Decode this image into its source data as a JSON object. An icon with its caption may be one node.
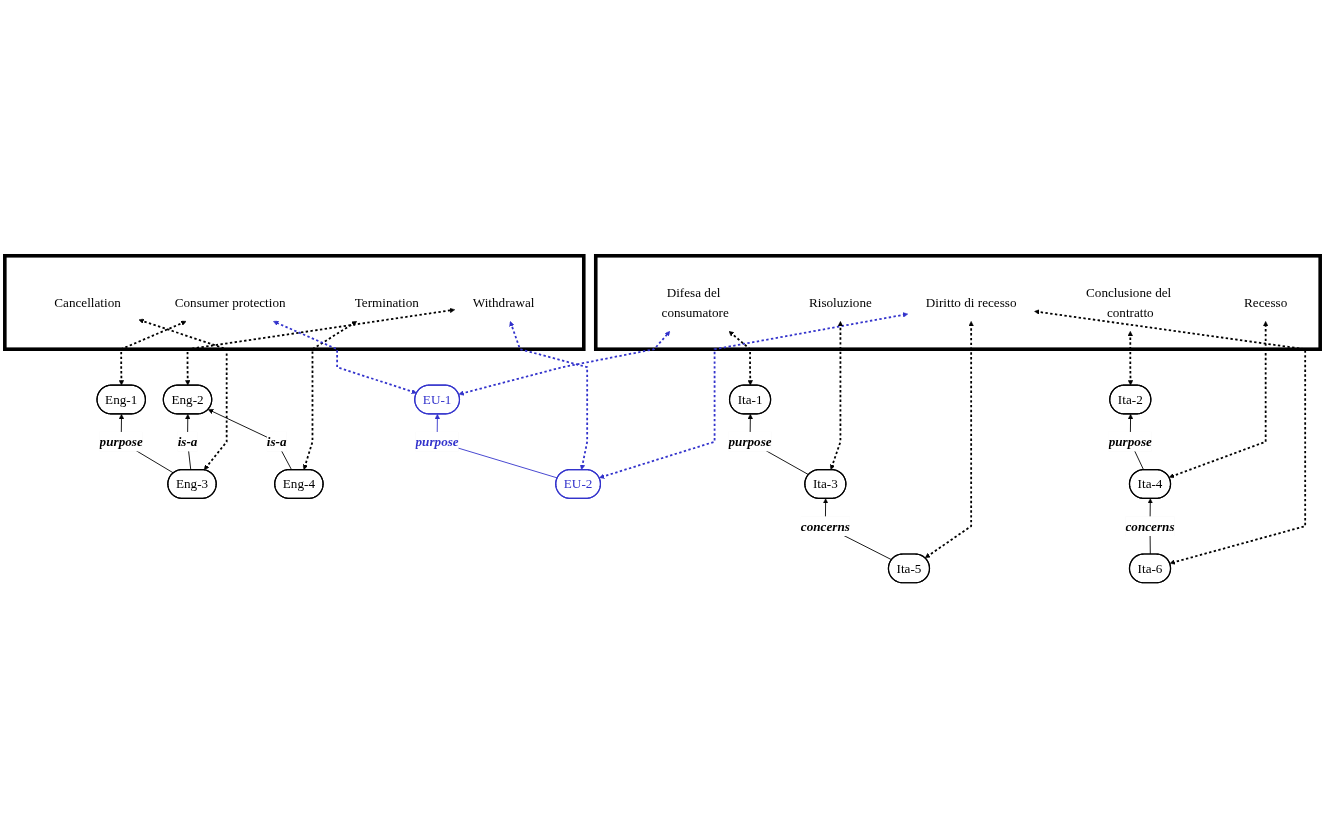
{
  "diagram": {
    "nodes": [
      {
        "text": [],
        "shape": "box"
      },
      {
        "text": [
          "Cancellation"
        ],
        "in": 0
      },
      {
        "text": [
          "Consumer protection"
        ],
        "in": 0
      },
      {
        "text": [
          "Termination"
        ],
        "in": 0
      },
      {
        "text": [
          "Withdrawal"
        ],
        "in": 0
      },
      {
        "text": [],
        "shape": "box"
      },
      {
        "text": [
          "Conclusione del contratto"
        ],
        "in": 5
      },
      {
        "text": [
          "Difesa del consumatore"
        ],
        "in": 5
      },
      {
        "text": [
          "Diritto di recesso"
        ],
        "in": 5
      },
      {
        "text": [
          "Recesso"
        ],
        "in": 5
      },
      {
        "text": [
          "Risoluzione"
        ],
        "in": 5
      },
      {
        "text": [
          "Eng-1"
        ]
      },
      {
        "text": [
          "Eng-2"
        ]
      },
      {
        "text": [
          "Eng-3"
        ]
      },
      {
        "text": [
          "Eng-4"
        ]
      },
      {
        "text": [
          "EU-1"
        ]
      },
      {
        "text": [
          "EU-2"
        ]
      },
      {
        "text": [
          "Ita-1"
        ]
      },
      {
        "text": [
          "Ita-2"
        ]
      },
      {
        "text": [
          "Ita-3"
        ]
      },
      {
        "text": [
          "Ita-4"
        ]
      },
      {
        "text": [
          "Ita-5"
        ]
      },
      {
        "text": [
          "Ita-6"
        ]
      }
    ],
    "edges": [
      {
        "from": 13,
        "to": 11,
        "arrow": "to",
        "label": "purpose"
      },
      {
        "from": 13,
        "to": 12,
        "arrow": "to",
        "label": "is-a"
      },
      {
        "from": 14,
        "to": 12,
        "arrow": "to",
        "label": "is-a"
      },
      {
        "from": 16,
        "to": 15,
        "arrow": "to",
        "label": "purpose",
        "color": "#3333cc"
      },
      {
        "from": 19,
        "to": 17,
        "arrow": "to",
        "label": "purpose"
      },
      {
        "from": 21,
        "to": 19,
        "arrow": "to",
        "label": "concerns"
      },
      {
        "from": 20,
        "to": 18,
        "arrow": "to",
        "label": "purpose"
      },
      {
        "from": 22,
        "to": 20,
        "arrow": "to",
        "label": "concerns"
      },
      {
        "from": 13,
        "to": 1,
        "arrow": "both",
        "style": "dashed"
      },
      {
        "from": 11,
        "to": 2,
        "arrow": "both",
        "style": "dashed"
      },
      {
        "from": 14,
        "to": 3,
        "arrow": "both",
        "style": "dashed"
      },
      {
        "from": 12,
        "to": 4,
        "arrow": "both",
        "style": "dashed"
      },
      {
        "from": 15,
        "to": 2,
        "arrow": "both",
        "style": "dashed",
        "color": "#3333cc"
      },
      {
        "from": 16,
        "to": 4,
        "arrow": "both",
        "style": "dashed",
        "color": "#3333cc"
      },
      {
        "from": 15,
        "to": 7,
        "arrow": "both",
        "style": "dashed",
        "color": "#3333cc"
      },
      {
        "from": 16,
        "to": 8,
        "arrow": "both",
        "style": "dashed",
        "color": "#3333cc"
      },
      {
        "from": 18,
        "to": 6,
        "arrow": "both",
        "style": "dashed"
      },
      {
        "from": 17,
        "to": 7,
        "arrow": "both",
        "style": "dashed"
      },
      {
        "from": 21,
        "to": 8,
        "arrow": "both",
        "style": "dashed"
      },
      {
        "from": 22,
        "to": 8,
        "arrow": "both",
        "style": "dashed"
      },
      {
        "from": 20,
        "to": 9,
        "arrow": "both",
        "style": "dashed"
      },
      {
        "from": 19,
        "to": 10,
        "arrow": "both",
        "style": "dashed"
      }
    ]
  }
}
